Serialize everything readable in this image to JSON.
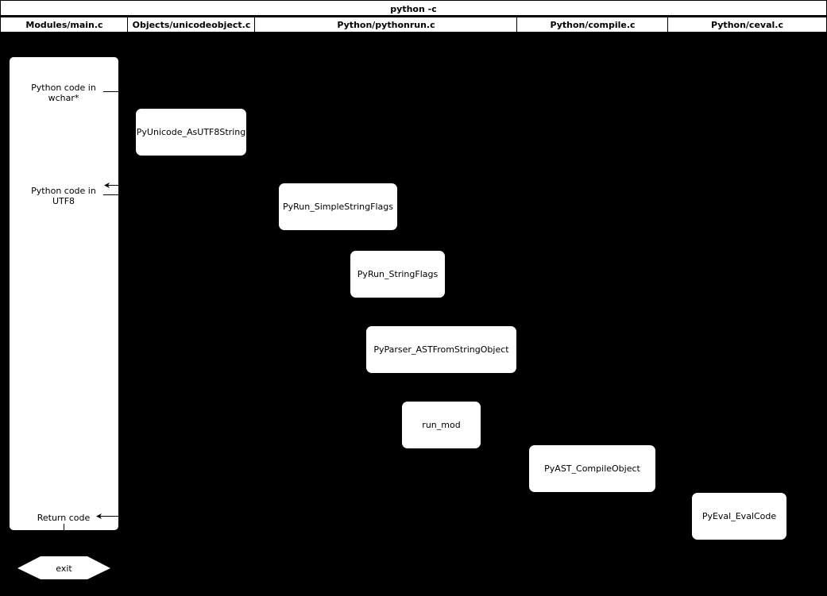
{
  "diagram": {
    "title": "python -c",
    "lanes": [
      {
        "label": "Modules/main.c"
      },
      {
        "label": "Objects/unicodeobject.c"
      },
      {
        "label": "Python/pythonrun.c"
      },
      {
        "label": "Python/compile.c"
      },
      {
        "label": "Python/ceval.c"
      }
    ],
    "main_box": {
      "labels": [
        "Python code in\nwchar*",
        "Python code in\nUTF8",
        "Return code"
      ],
      "wchar_line1": "Python code in",
      "wchar_line2": "wchar*",
      "utf8_line1": "Python code in",
      "utf8_line2": "UTF8",
      "return_code": "Return code"
    },
    "nodes": [
      {
        "label": "PyUnicode_AsUTF8String"
      },
      {
        "label": "PyRun_SimpleStringFlags"
      },
      {
        "label": "PyRun_StringFlags"
      },
      {
        "label": "PyParser_ASTFromStringObject"
      },
      {
        "label": "run_mod"
      },
      {
        "label": "PyAST_CompileObject"
      },
      {
        "label": "PyEval_EvalCode"
      }
    ],
    "terminal": {
      "label": "exit"
    },
    "colors": {
      "background": "#000000",
      "shape_fill": "#ffffff",
      "text": "#000000"
    }
  }
}
